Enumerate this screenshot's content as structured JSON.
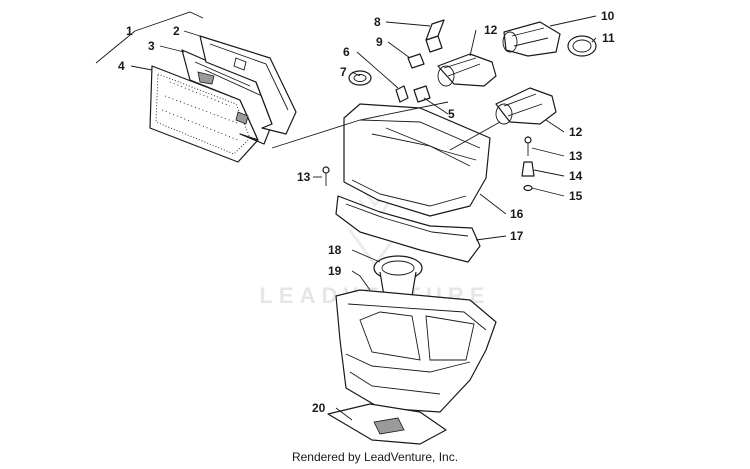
{
  "watermark": "LEADVENTURE",
  "footer": "Rendered by LeadVenture, Inc.",
  "callouts": [
    "1",
    "2",
    "3",
    "4",
    "5",
    "6",
    "7",
    "8",
    "9",
    "10",
    "11",
    "12",
    "12",
    "13",
    "13",
    "14",
    "15",
    "16",
    "17",
    "18",
    "19",
    "20"
  ]
}
